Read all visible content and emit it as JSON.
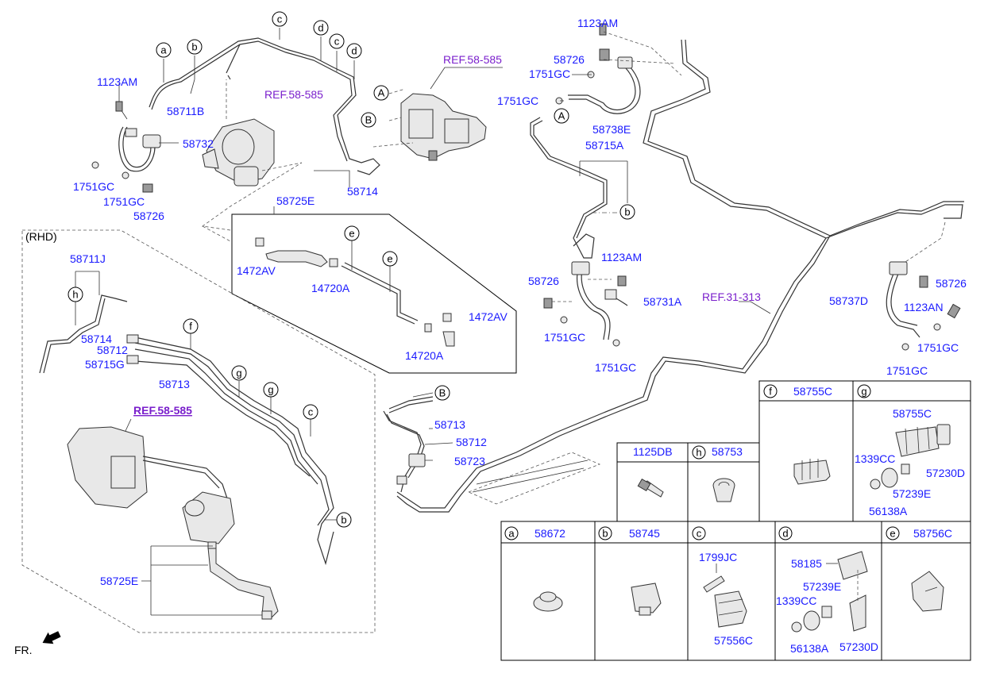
{
  "rhd_label": "(RHD)",
  "fr_label": "FR.",
  "callout_letters": {
    "a": "a",
    "b": "b",
    "c": "c",
    "d": "d",
    "e": "e",
    "f": "f",
    "g": "g",
    "h": "h",
    "A": "A",
    "B": "B"
  },
  "labels": {
    "p1123AM_top": "1123AM",
    "p58726_top": "58726",
    "p1751GC_top1": "1751GC",
    "p1751GC_top2": "1751GC",
    "ref_58585_top": "REF.58-585",
    "p58738E": "58738E",
    "p58715A": "58715A",
    "p1123AM_left": "1123AM",
    "p58711B": "58711B",
    "ref_58585_mid": "REF.58-585",
    "p58732": "58732",
    "p1751GC_left1": "1751GC",
    "p1751GC_left2": "1751GC",
    "p58726_left": "58726",
    "p58714_top": "58714",
    "p58725E_top": "58725E",
    "p1472AV_1": "1472AV",
    "p14720A_1": "14720A",
    "p1472AV_2": "1472AV",
    "p14720A_2": "14720A",
    "p58726_mid": "58726",
    "p1123AM_mid": "1123AM",
    "p58731A": "58731A",
    "p1751GC_mid1": "1751GC",
    "p1751GC_mid2": "1751GC",
    "ref_31313": "REF.31-313",
    "p58737D": "58737D",
    "p58726_right": "58726",
    "p1123AN": "1123AN",
    "p1751GC_right1": "1751GC",
    "p1751GC_right2": "1751GC",
    "p58711J": "58711J",
    "p58714_rhd": "58714",
    "p58712_rhd": "58712",
    "p58715G": "58715G",
    "p58713_rhd": "58713",
    "ref_58585_rhd": "REF.58-585",
    "p58725E_rhd": "58725E",
    "p58713_b": "58713",
    "p58712_b": "58712",
    "p58723": "58723"
  },
  "table_top": {
    "cells": [
      {
        "letter": "",
        "code": "1125DB"
      },
      {
        "letter": "h",
        "code": "58753"
      },
      {
        "letter": "f",
        "code": "58755C"
      },
      {
        "letter": "g",
        "code": ""
      }
    ],
    "g_parts": {
      "p58755C": "58755C",
      "p1339CC": "1339CC",
      "p57230D": "57230D",
      "p57239E": "57239E",
      "p56138A": "56138A"
    }
  },
  "table_bottom": {
    "cells": [
      {
        "letter": "a",
        "code": "58672"
      },
      {
        "letter": "b",
        "code": "58745"
      },
      {
        "letter": "c",
        "code": ""
      },
      {
        "letter": "d",
        "code": ""
      },
      {
        "letter": "e",
        "code": "58756C"
      }
    ],
    "c_parts": {
      "p1799JC": "1799JC",
      "p57556C": "57556C"
    },
    "d_parts": {
      "p58185": "58185",
      "p57239E": "57239E",
      "p1339CC": "1339CC",
      "p56138A": "56138A",
      "p57230D": "57230D"
    }
  }
}
